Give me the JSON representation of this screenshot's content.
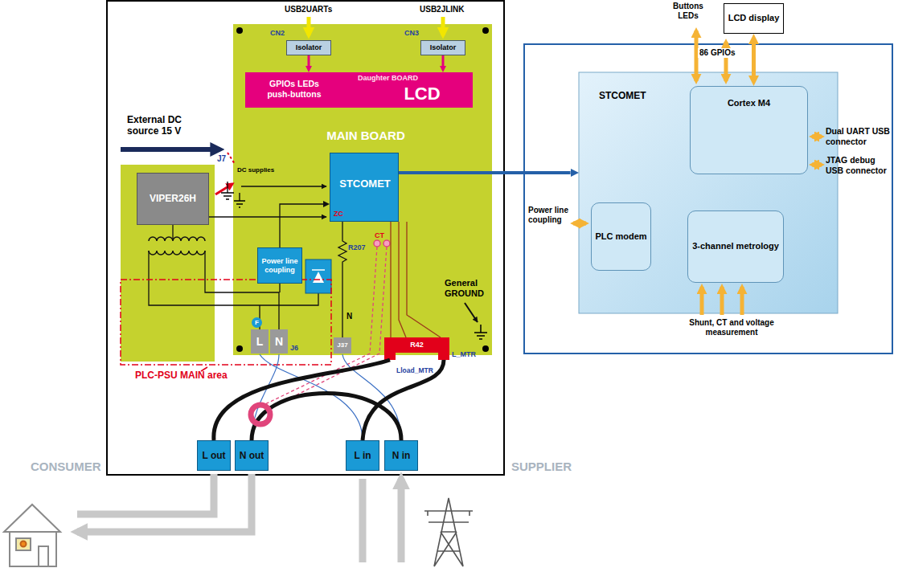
{
  "diagram": {
    "nodes": [
      {
        "text": [
          "MAIN BOARD"
        ]
      },
      {
        "text": [
          "Isolator"
        ],
        "in": 0
      },
      {
        "text": [
          "Isolator"
        ],
        "in": 0
      },
      {
        "text": [
          "GPIOs LEDs push-buttons",
          "Daughter BOARD",
          "LCD"
        ],
        "in": 0
      },
      {
        "text": [
          "STCOMET",
          "ZC"
        ],
        "in": 0
      },
      {
        "text": [
          "F"
        ],
        "in": 0
      },
      {
        "text": [
          "Power line coupling"
        ],
        "in": 0
      },
      {
        "text": [
          "L"
        ],
        "in": 0
      },
      {
        "text": [
          "N"
        ],
        "in": 0
      },
      {
        "text": [
          "J37"
        ],
        "in": 0
      },
      {
        "text": [
          "R42"
        ],
        "in": 0
      },
      {
        "text": [
          "VIPER26H"
        ]
      },
      {
        "text": [
          "L out"
        ]
      },
      {
        "text": [
          "N out"
        ]
      },
      {
        "text": [
          "L in"
        ]
      },
      {
        "text": [
          "N in"
        ]
      },
      {
        "text": [
          "STCOMET"
        ]
      },
      {
        "text": [
          "Cortex M4"
        ],
        "in": 16
      },
      {
        "text": [
          "PLC modem"
        ],
        "in": 16
      },
      {
        "text": [
          "3-channel metrology"
        ],
        "in": 16
      },
      {
        "text": [
          "LCD display"
        ]
      }
    ],
    "edges": [
      {
        "from": 1,
        "to": 3,
        "arrow": "to"
      },
      {
        "from": 2,
        "to": 3,
        "arrow": "to"
      },
      {
        "from": 4,
        "to": 16,
        "arrow": "to"
      },
      {
        "from": 17,
        "to": 20,
        "arrow": "both"
      },
      {
        "from": 6,
        "to": 4,
        "arrow": "to"
      }
    ],
    "labels": [
      "USB2UARTs",
      "CN2",
      "USB2JLINK",
      "CN3",
      "External DC source 15 V",
      "J7",
      "DC supplies",
      "CT",
      "R207",
      "N",
      "General GROUND",
      "J6",
      "Lload_MTR",
      "L_MTR",
      "PLC-PSU MAIN area",
      "CONSUMER",
      "SUPPLIER",
      "Buttons LEDs",
      "86 GPIOs",
      "Dual UART USB connector",
      "JTAG debug USB connector",
      "Power line coupling",
      "Shunt, CT and voltage measurement"
    ]
  }
}
